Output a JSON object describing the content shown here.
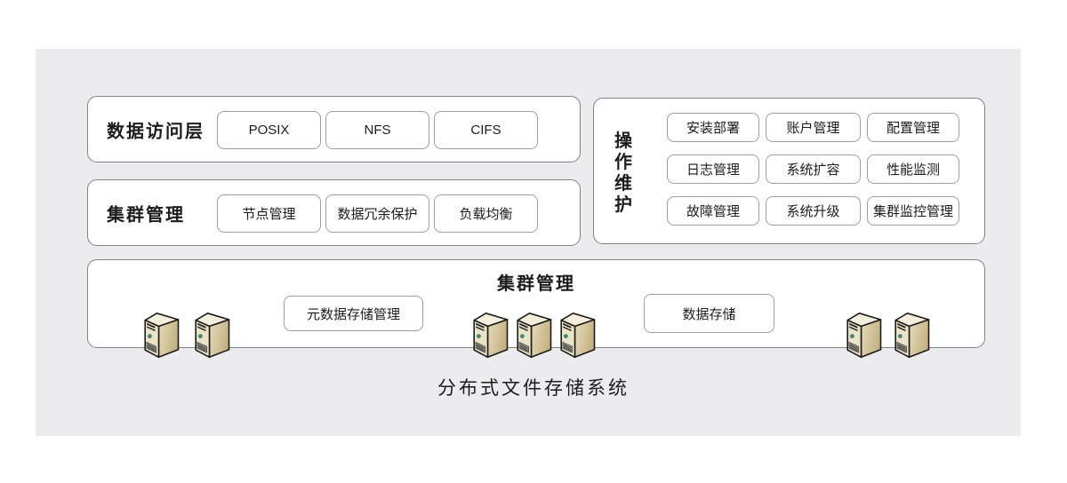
{
  "caption": "分布式文件存储系统",
  "data_access": {
    "title": "数据访问层",
    "items": [
      "POSIX",
      "NFS",
      "CIFS"
    ]
  },
  "cluster_mgmt": {
    "title": "集群管理",
    "items": [
      "节点管理",
      "数据冗余保护",
      "负载均衡"
    ]
  },
  "ops": {
    "title": "操作维护",
    "title_chars": [
      "操",
      "作",
      "维",
      "护"
    ],
    "items": [
      "安装部署",
      "账户管理",
      "配置管理",
      "日志管理",
      "系统扩容",
      "性能监测",
      "故障管理",
      "系统升级",
      "集群监控管理"
    ]
  },
  "storage": {
    "title": "集群管理",
    "buttons": [
      "元数据存储管理",
      "数据存储"
    ],
    "server_icon": "server-tower-icon",
    "server_group_counts": [
      2,
      3,
      2
    ]
  },
  "colors": {
    "panel_background": "#ececee",
    "box_border": "#828282",
    "pill_border": "#9e9e9e",
    "text": "#1c1c1c",
    "server_top": "#f4efdd",
    "server_front": "#ebe3c6",
    "server_side_light": "#e3d8b4",
    "server_side_dark": "#c4b284",
    "server_led": "#37968a"
  }
}
